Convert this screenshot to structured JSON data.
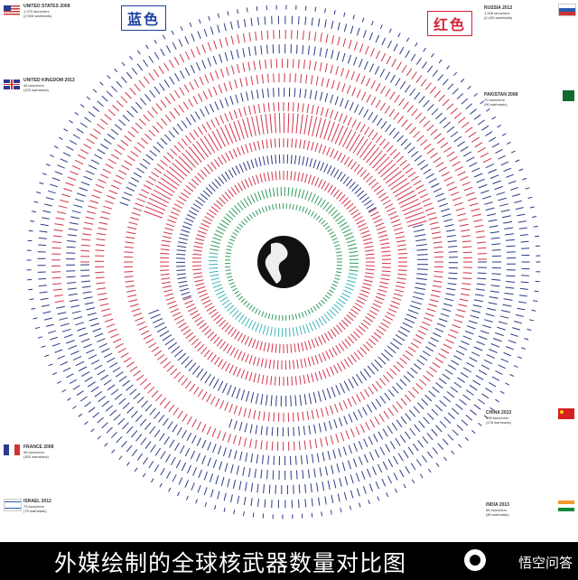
{
  "labels": {
    "blue": "蓝色",
    "red": "红色"
  },
  "caption": "外媒绘制的全球核武器数量对比图",
  "watermark": "悟空问答",
  "colors": {
    "blue": "#2d3b86",
    "red": "#d3334a",
    "green": "#2f9a5b",
    "teal": "#39b3b8"
  },
  "countries": {
    "us": {
      "name": "UNITED STATES 2008",
      "launchers": "1,379 launchers",
      "warheads": "(2,926 warheads)"
    },
    "uk": {
      "name": "UNITED KINGDOM 2013",
      "launchers": "48 launchers",
      "warheads": "(225 warheads)"
    },
    "france": {
      "name": "FRANCE 2008",
      "launchers": "96 launchers",
      "warheads": "(300 warheads)"
    },
    "israel": {
      "name": "ISRAEL 2012",
      "launchers": "75 launchers",
      "warheads": "(75 warheads)"
    },
    "russia": {
      "name": "RUSSIA 2012",
      "launchers": "1,208 launchers",
      "warheads": "(2,430 warheads)"
    },
    "pakistan": {
      "name": "PAKISTAN 2008",
      "launchers": "70 launchers",
      "warheads": "(90 warheads)"
    },
    "china": {
      "name": "CHINA 2013",
      "launchers": "138 launchers",
      "warheads": "(178 warheads)"
    },
    "india": {
      "name": "INDIA 2013",
      "launchers": "68 launchers",
      "warheads": "(80 warheads)"
    }
  }
}
